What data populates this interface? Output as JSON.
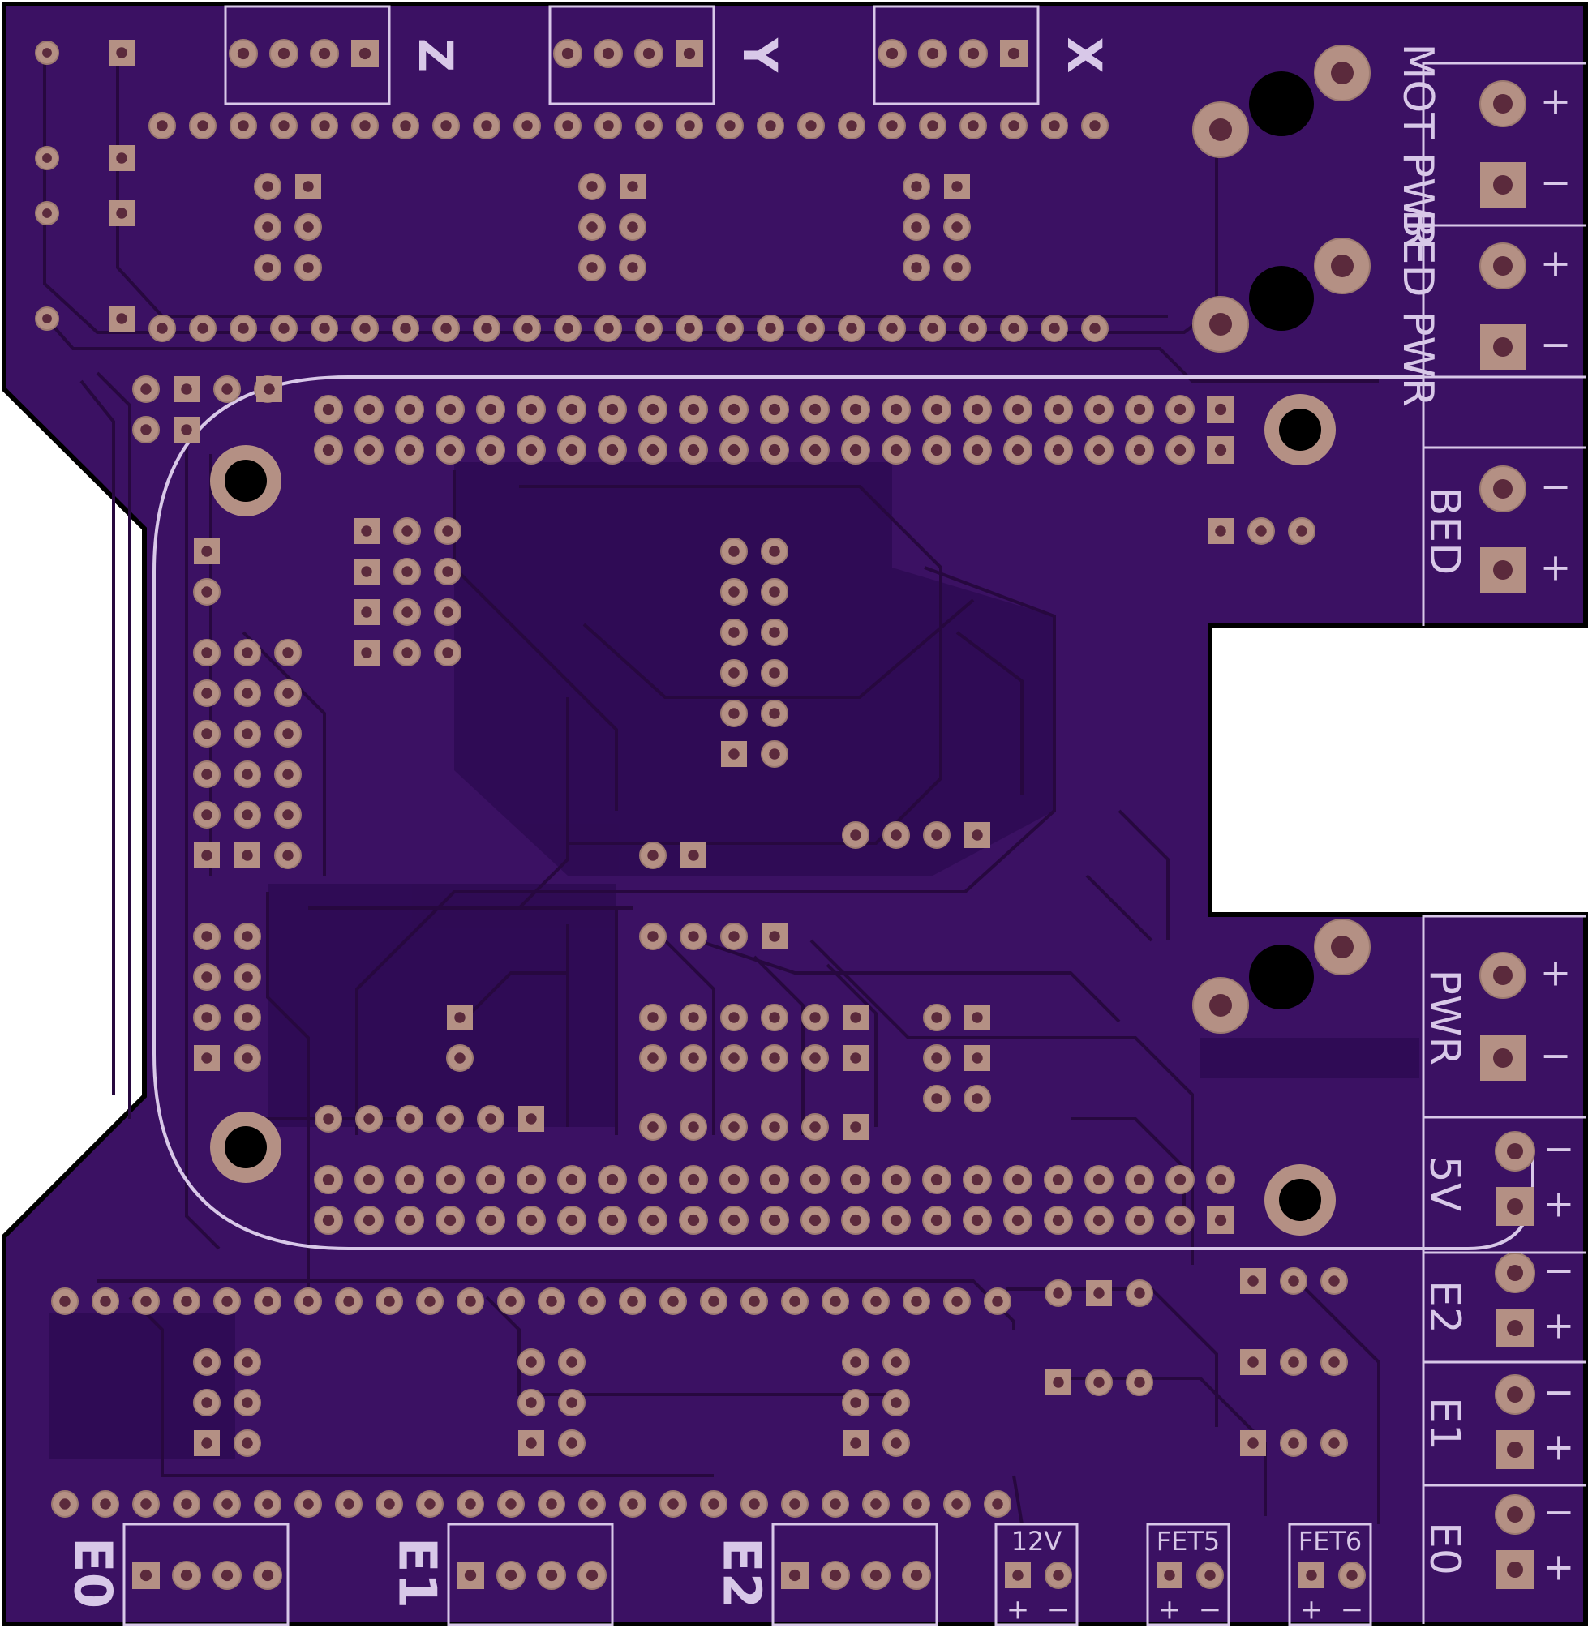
{
  "colors": {
    "background": "#ffffff",
    "board_fill": "#3b1163",
    "board_edge": "#000000",
    "copper_pour": "#2e0b52",
    "trace": "#27083f",
    "pad": "#b49084",
    "pad_ring": "#9c7a70",
    "hole": "#5b2a3c",
    "mount_hole": "#000000",
    "silkscreen": "#d8c8e8"
  },
  "labels": {
    "stepper_z": "Z",
    "stepper_y": "Y",
    "stepper_x": "X",
    "stepper_e0": "E0",
    "stepper_e1": "E1",
    "stepper_e2": "E2",
    "mot_pwr": "MOT PWR",
    "bed_pwr": "BED PWR",
    "bed": "BED",
    "pwr": "PWR",
    "five_v": "5V",
    "heater_e2": "E2",
    "heater_e1": "E1",
    "heater_e0": "E0",
    "twelve_v": "12V",
    "fet5": "FET5",
    "fet6": "FET6",
    "plus": "+",
    "minus": "−"
  }
}
